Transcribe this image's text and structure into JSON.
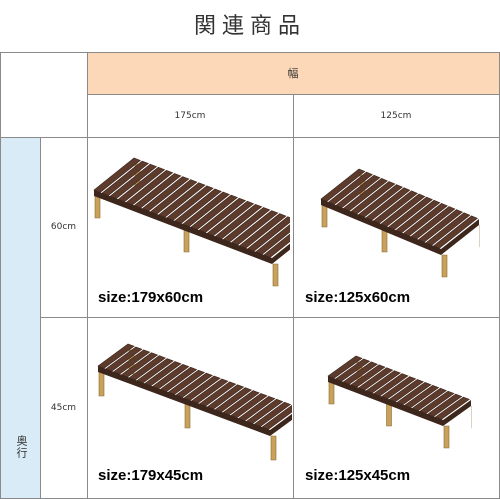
{
  "title": "関連商品",
  "header": {
    "width_label": "幅",
    "depth_label": "奥行"
  },
  "columns": [
    "175cm",
    "125cm"
  ],
  "rows": [
    "60cm",
    "45cm"
  ],
  "products": [
    {
      "size_label": "size:179x60cm"
    },
    {
      "size_label": "size:125x60cm"
    },
    {
      "size_label": "size:179x45cm"
    },
    {
      "size_label": "size:125x45cm"
    }
  ],
  "colors": {
    "header_bg": "#fcd8b8",
    "side_bg": "#d8ebf6",
    "corner_bg": "#ffffff",
    "slat": "#5c3a2c",
    "slat_dark": "#3d261c",
    "frame": "#c8a15c"
  }
}
